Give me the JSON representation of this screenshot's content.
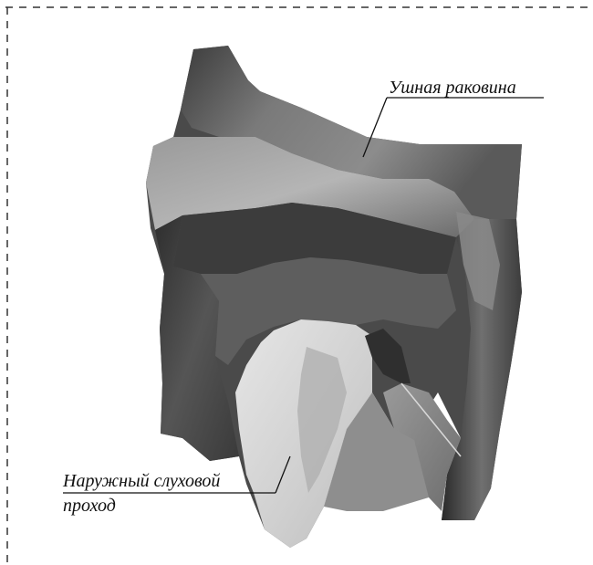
{
  "labels": {
    "auricle": "Ушная раковина",
    "ear_canal_line1": "Наружный слуховой",
    "ear_canal_line2": "проход"
  },
  "colors": {
    "frame_dash": "#333333",
    "surface_dark": "#3a3a3a",
    "surface_mid": "#6f6f6f",
    "surface_light": "#b8b8b8",
    "canal_light": "#dcdcdc",
    "label_text": "#111111"
  }
}
